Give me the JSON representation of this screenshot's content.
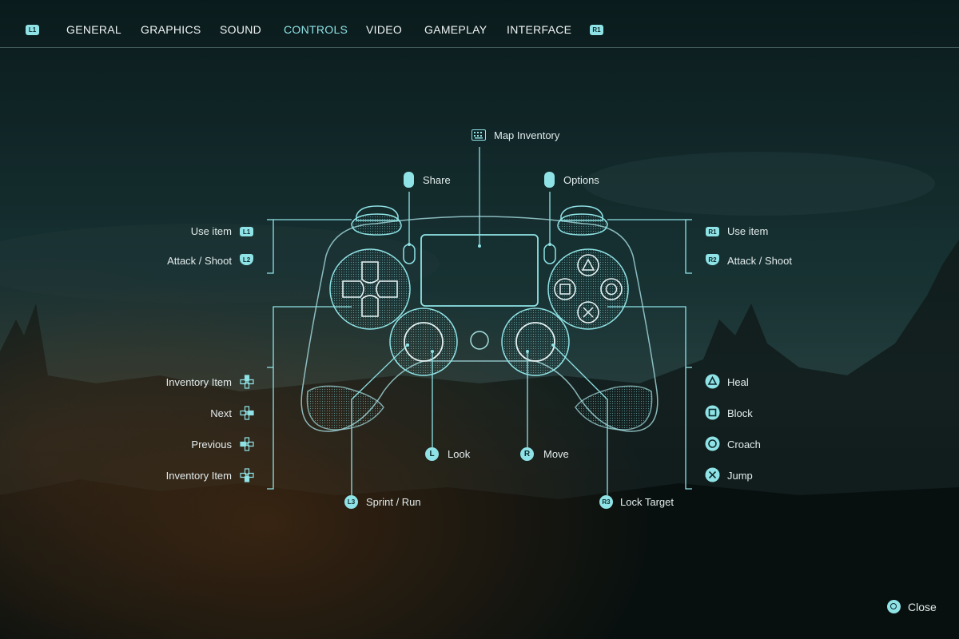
{
  "nav": {
    "prev_badge": "L1",
    "next_badge": "R1",
    "tabs": [
      "GENERAL",
      "GRAPHICS",
      "SOUND",
      "CONTROLS",
      "VIDEO",
      "GAMEPLAY",
      "INTERFACE"
    ],
    "active_tab": "CONTROLS"
  },
  "controls": {
    "map_inventory": "Map Inventory",
    "share": "Share",
    "options": "Options",
    "left_shoulder": [
      {
        "label": "Use item",
        "badge": "L1"
      },
      {
        "label": "Attack / Shoot",
        "badge": "L2"
      }
    ],
    "right_shoulder": [
      {
        "label": "Use item",
        "badge": "R1"
      },
      {
        "label": "Attack / Shoot",
        "badge": "R2"
      }
    ],
    "dpad": [
      {
        "label": "Inventory Item",
        "icon": "dpad-up-icon"
      },
      {
        "label": "Next",
        "icon": "dpad-right-icon"
      },
      {
        "label": "Previous",
        "icon": "dpad-left-icon"
      },
      {
        "label": "Inventory Item",
        "icon": "dpad-down-icon"
      }
    ],
    "face": [
      {
        "label": "Heal",
        "icon": "triangle-icon"
      },
      {
        "label": "Block",
        "icon": "square-icon"
      },
      {
        "label": "Croach",
        "icon": "circle-icon"
      },
      {
        "label": "Jump",
        "icon": "cross-icon"
      }
    ],
    "look": {
      "badge": "L",
      "label": "Look"
    },
    "move": {
      "badge": "R",
      "label": "Move"
    },
    "l3": {
      "badge": "L3",
      "label": "Sprint / Run"
    },
    "r3": {
      "badge": "R3",
      "label": "Lock Target"
    }
  },
  "footer": {
    "close_label": "Close"
  },
  "colors": {
    "accent": "#8fe3e6",
    "text": "#e3eced",
    "background": "#0f2526"
  }
}
